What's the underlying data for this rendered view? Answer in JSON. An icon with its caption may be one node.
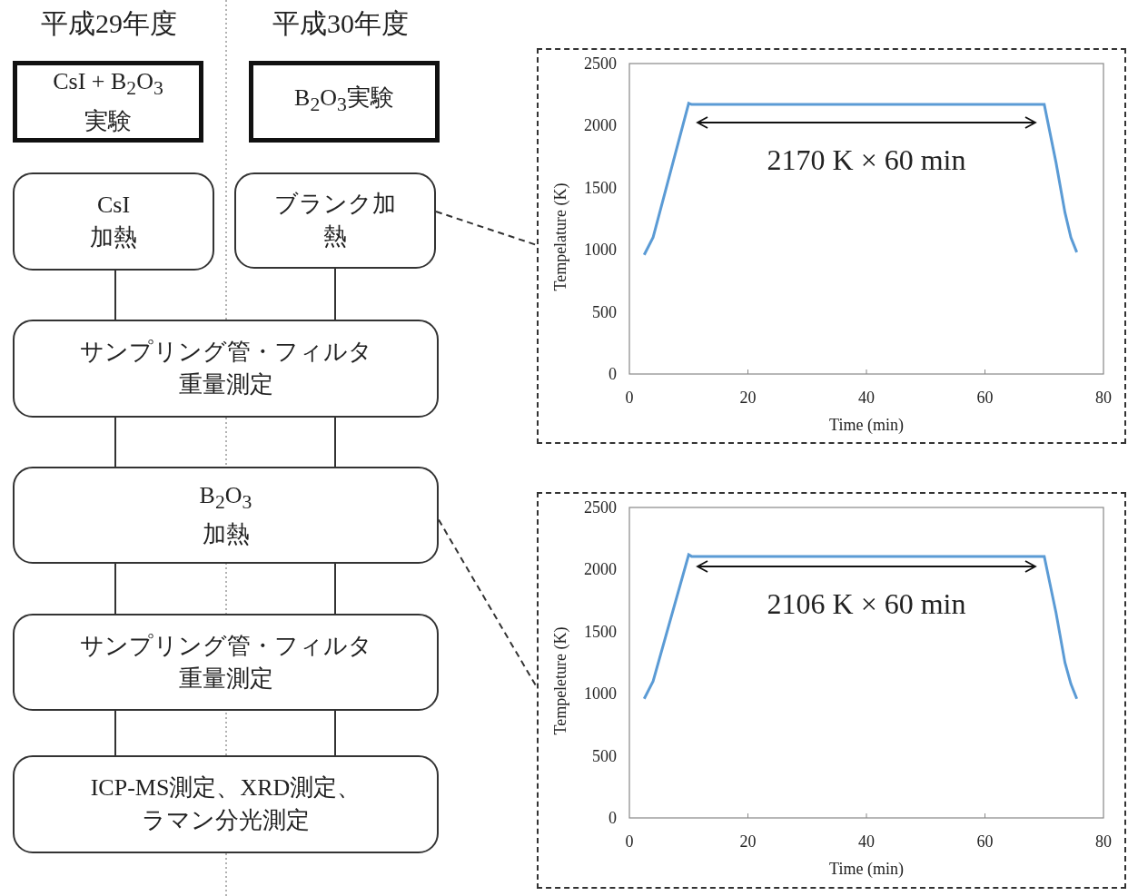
{
  "diagram": {
    "nodes": [
      {
        "text": [
          "CsI + B$_{2}$O$_{3}$ 実験"
        ]
      },
      {
        "text": [
          "B$_{2}$O$_{3}$実験"
        ]
      },
      {
        "text": [
          "CsI 加熱"
        ]
      },
      {
        "text": [
          "ブランク加熱"
        ]
      },
      {
        "text": [
          "サンプリング管・フィルタ重量測定"
        ]
      },
      {
        "text": [
          "B$_{2}$O$_{3}$ 加熱"
        ]
      },
      {
        "text": [
          "サンプリング管・フィルタ重量測定"
        ]
      },
      {
        "text": [
          "ICP-MS測定、XRD測定、ラマン分光測定"
        ]
      },
      {
        "text": [],
        "shape": "box"
      },
      {
        "text": [],
        "shape": "box"
      }
    ],
    "edges": [
      {
        "from": 2,
        "to": 4,
        "arrow": "none"
      },
      {
        "from": 3,
        "to": 4,
        "arrow": "none"
      },
      {
        "from": 4,
        "to": 5,
        "arrow": "none"
      },
      {
        "from": 4,
        "to": 5,
        "arrow": "none"
      },
      {
        "from": 5,
        "to": 6,
        "arrow": "none"
      },
      {
        "from": 5,
        "to": 6,
        "arrow": "none"
      },
      {
        "from": 6,
        "to": 7,
        "arrow": "none"
      },
      {
        "from": 6,
        "to": 7,
        "arrow": "none"
      },
      {
        "from": 3,
        "to": 8,
        "arrow": "none",
        "style": "dashed"
      },
      {
        "from": 5,
        "to": 9,
        "arrow": "none",
        "style": "dashed"
      }
    ],
    "labels": [
      "平成29年度",
      "平成30年度"
    ],
    "chart_data": [
      {
        "type": "line",
        "xlabel": "Time (min)",
        "ylabel": "Tempelature (K)",
        "x": [
          2.5,
          4,
          10,
          10.5,
          70,
          72,
          73.5,
          74.5,
          75.5
        ],
        "series": [
          {
            "color": "#5b9bd5",
            "values": [
              960,
              1100,
              2180,
              2170,
              2170,
              1700,
              1300,
              1100,
              980
            ]
          }
        ],
        "xlim": [
          0,
          80
        ],
        "ylim": [
          0,
          2500
        ],
        "xticks": [
          0,
          20,
          40,
          60,
          80
        ],
        "yticks": [
          0,
          500,
          1000,
          1500,
          2000,
          2500
        ],
        "annotations": [
          "2170 K × 60 min"
        ]
      },
      {
        "type": "line",
        "xlabel": "Time (min)",
        "ylabel": "Tempeleture (K)",
        "x": [
          2.5,
          4,
          10,
          10.5,
          70,
          72,
          73.5,
          74.5,
          75.5
        ],
        "series": [
          {
            "color": "#5b9bd5",
            "values": [
              960,
              1100,
              2120,
              2106,
              2106,
              1650,
              1250,
              1080,
              960
            ]
          }
        ],
        "xlim": [
          0,
          80
        ],
        "ylim": [
          0,
          2500
        ],
        "xticks": [
          0,
          20,
          40,
          60,
          80
        ],
        "yticks": [
          0,
          500,
          1000,
          1500,
          2000,
          2500
        ],
        "annotations": [
          "2106 K × 60 min"
        ]
      }
    ]
  }
}
